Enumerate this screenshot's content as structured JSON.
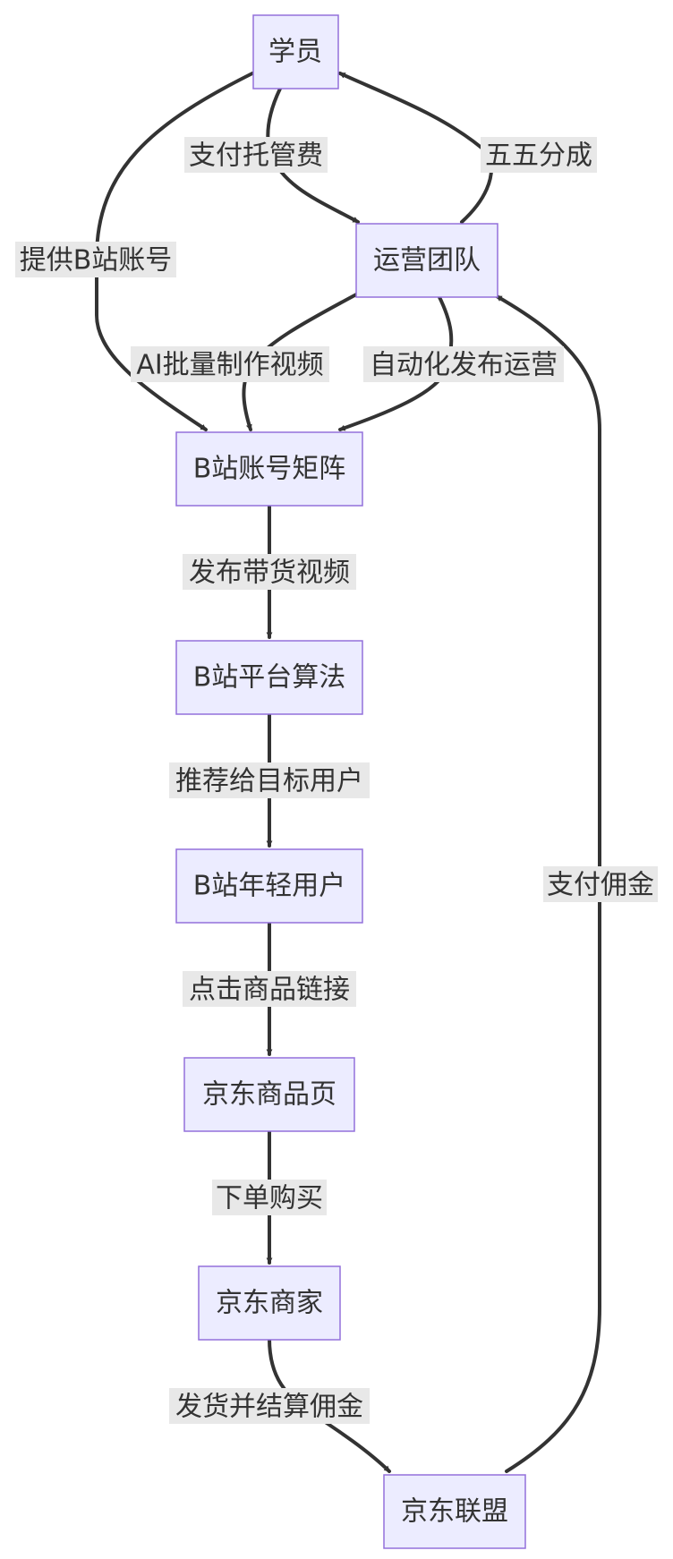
{
  "nodes": {
    "student": "学员",
    "ops_team": "运营团队",
    "account_matrix": "B站账号矩阵",
    "platform_algorithm": "B站平台算法",
    "young_users": "B站年轻用户",
    "jd_product_page": "京东商品页",
    "jd_merchant": "京东商家",
    "jd_union": "京东联盟"
  },
  "edges": {
    "pay_hosting_fee": "支付托管费",
    "profit_split": "五五分成",
    "provide_account": "提供B站账号",
    "ai_batch_videos": "AI批量制作视频",
    "auto_publish": "自动化发布运营",
    "publish_videos": "发布带货视频",
    "recommend_users": "推荐给目标用户",
    "click_link": "点击商品链接",
    "place_order": "下单购买",
    "ship_settle": "发货并结算佣金",
    "pay_commission": "支付佣金"
  },
  "colors": {
    "node_fill": "#ECECFF",
    "node_stroke": "#9370DB",
    "edge": "#333333",
    "label_bg": "#e8e8e8",
    "text": "#333333"
  }
}
